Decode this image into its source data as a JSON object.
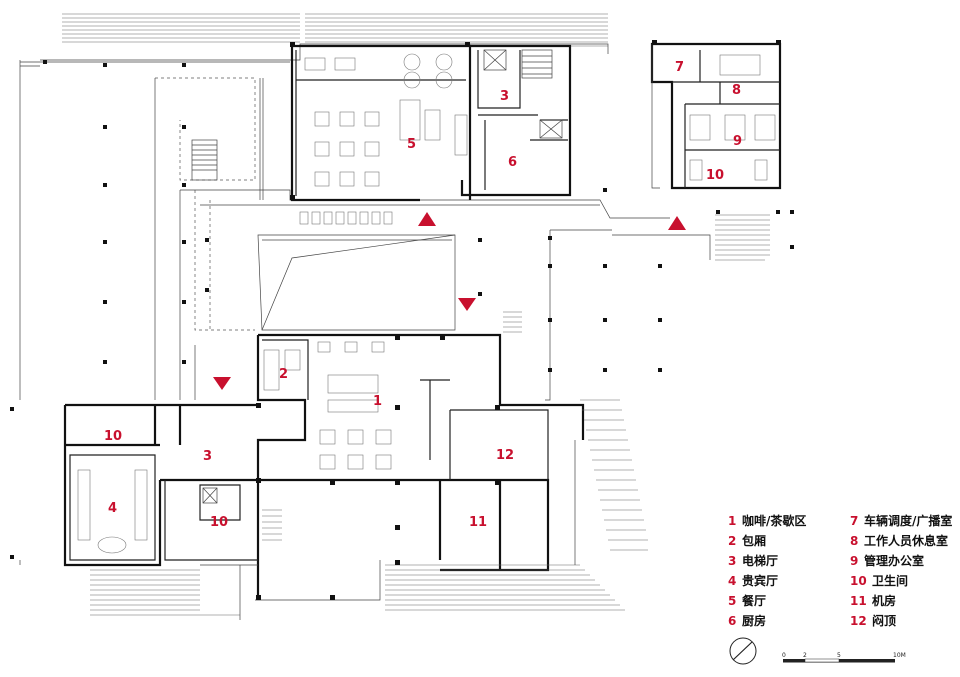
{
  "legend": [
    {
      "num": "1",
      "name": "咖啡/茶歇区"
    },
    {
      "num": "2",
      "name": "包厢"
    },
    {
      "num": "3",
      "name": "电梯厅"
    },
    {
      "num": "4",
      "name": "贵宾厅"
    },
    {
      "num": "5",
      "name": "餐厅"
    },
    {
      "num": "6",
      "name": "厨房"
    },
    {
      "num": "7",
      "name": "车辆调度/广播室"
    },
    {
      "num": "8",
      "name": "工作人员休息室"
    },
    {
      "num": "9",
      "name": "管理办公室"
    },
    {
      "num": "10",
      "name": "卫生间"
    },
    {
      "num": "11",
      "name": "机房"
    },
    {
      "num": "12",
      "name": "闷顶"
    }
  ],
  "room_labels": [
    "1",
    "2",
    "3",
    "3",
    "4",
    "5",
    "6",
    "7",
    "8",
    "9",
    "10",
    "10",
    "10",
    "11",
    "12"
  ],
  "scale_bar": {
    "ticks": [
      "0",
      "2",
      "5",
      "10M"
    ]
  },
  "colors": {
    "accent": "#c8102e",
    "line": "#111111"
  },
  "icons": {
    "north": "north-arrow-icon",
    "entrance": "entrance-triangle-icon"
  }
}
